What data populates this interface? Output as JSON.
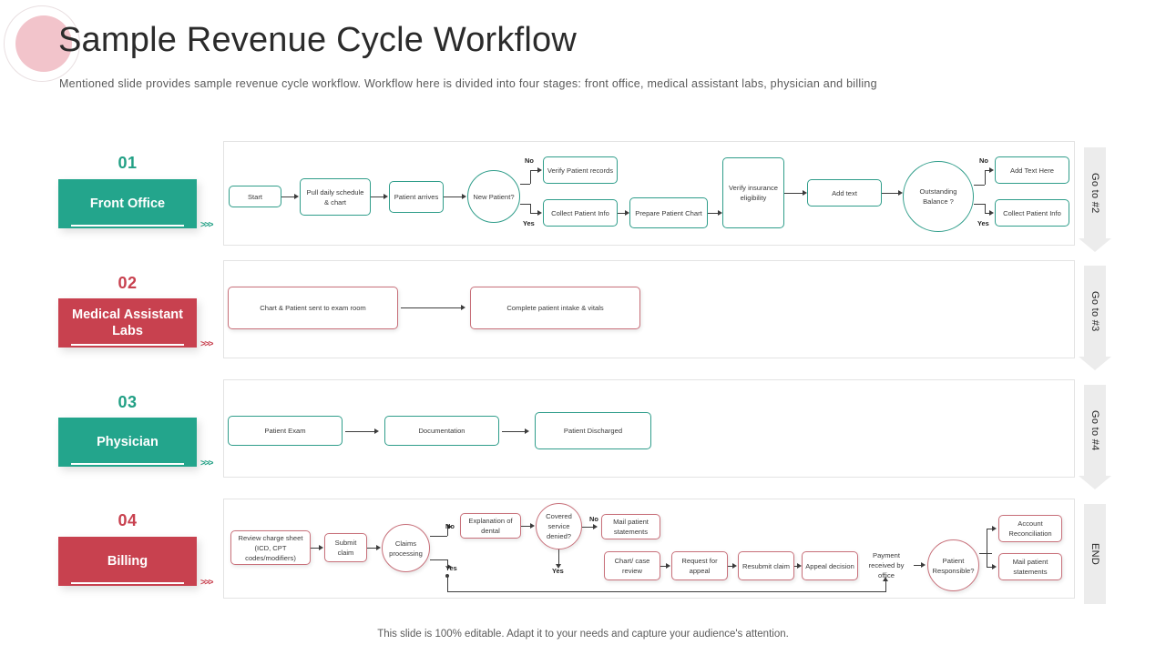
{
  "header": {
    "title": "Sample Revenue Cycle Workflow",
    "subtitle": "Mentioned slide provides sample revenue cycle workflow. Workflow here is divided into four stages: front office, medical assistant labs, physician and billing"
  },
  "footer": {
    "note": "This slide is 100% editable. Adapt it to your needs and capture your audience's attention."
  },
  "colors": {
    "teal": "#23a58c",
    "red": "#c8414f",
    "teal_border": "#2f9d8a",
    "red_border": "#c8707a",
    "accent_pink": "#f2c4cb"
  },
  "stages": [
    {
      "number": "01",
      "label": "Front Office",
      "color": "teal",
      "chevron": ">>>"
    },
    {
      "number": "02",
      "label": "Medical Assistant Labs",
      "color": "red",
      "chevron": ">>>"
    },
    {
      "number": "03",
      "label": "Physician",
      "color": "teal",
      "chevron": ">>>"
    },
    {
      "number": "04",
      "label": "Billing",
      "color": "red",
      "chevron": ">>>"
    }
  ],
  "gotos": [
    {
      "label": "Go to #2"
    },
    {
      "label": "Go to #3"
    },
    {
      "label": "Go to #4"
    },
    {
      "label": "END"
    }
  ],
  "flow1": {
    "nodes": [
      {
        "id": "start",
        "text": "Start"
      },
      {
        "id": "pull",
        "text": "Pull daily schedule & chart"
      },
      {
        "id": "arrives",
        "text": "Patient arrives"
      },
      {
        "id": "newpatient",
        "text": "New Patient?"
      },
      {
        "id": "verifyrec",
        "text": "Verify Patient records"
      },
      {
        "id": "collectinfo",
        "text": "Collect Patient Info"
      },
      {
        "id": "preparechart",
        "text": "Prepare Patient Chart"
      },
      {
        "id": "verifyins",
        "text": "Verify insurance eligibility"
      },
      {
        "id": "addtext",
        "text": "Add text"
      },
      {
        "id": "outstanding",
        "text": "Outstanding Balance ?"
      },
      {
        "id": "addtexthere",
        "text": "Add Text Here"
      },
      {
        "id": "collectinfo2",
        "text": "Collect Patient Info"
      }
    ],
    "branches": {
      "no1": "No",
      "yes1": "Yes",
      "no2": "No",
      "yes2": "Yes"
    }
  },
  "flow2": {
    "nodes": [
      {
        "id": "chartsent",
        "text": "Chart & Patient sent to exam room"
      },
      {
        "id": "intake",
        "text": "Complete patient intake & vitals"
      }
    ]
  },
  "flow3": {
    "nodes": [
      {
        "id": "exam",
        "text": "Patient Exam"
      },
      {
        "id": "doc",
        "text": "Documentation"
      },
      {
        "id": "discharged",
        "text": "Patient Discharged"
      }
    ]
  },
  "flow4": {
    "nodes": [
      {
        "id": "review",
        "text": "Review charge sheet (ICD, CPT codes/modifiers)"
      },
      {
        "id": "submit",
        "text": "Submit claim"
      },
      {
        "id": "claims",
        "text": "Claims processing"
      },
      {
        "id": "eob",
        "text": "Explanation of dental"
      },
      {
        "id": "denied",
        "text": "Covered service denied?"
      },
      {
        "id": "mail1",
        "text": "Mail patient statements"
      },
      {
        "id": "casereview",
        "text": "Chart/ case review"
      },
      {
        "id": "appealreq",
        "text": "Request for appeal"
      },
      {
        "id": "resubmit",
        "text": "Resubmit claim"
      },
      {
        "id": "appealdec",
        "text": "Appeal decision"
      },
      {
        "id": "payment",
        "text": "Payment received by office"
      },
      {
        "id": "responsible",
        "text": "Patient Responsible?"
      },
      {
        "id": "recon",
        "text": "Account Reconciliation"
      },
      {
        "id": "mail2",
        "text": "Mail patient statements"
      }
    ],
    "branches": {
      "no1": "No",
      "yes1": "Yes",
      "no2": "No",
      "yes2": "Yes"
    }
  }
}
